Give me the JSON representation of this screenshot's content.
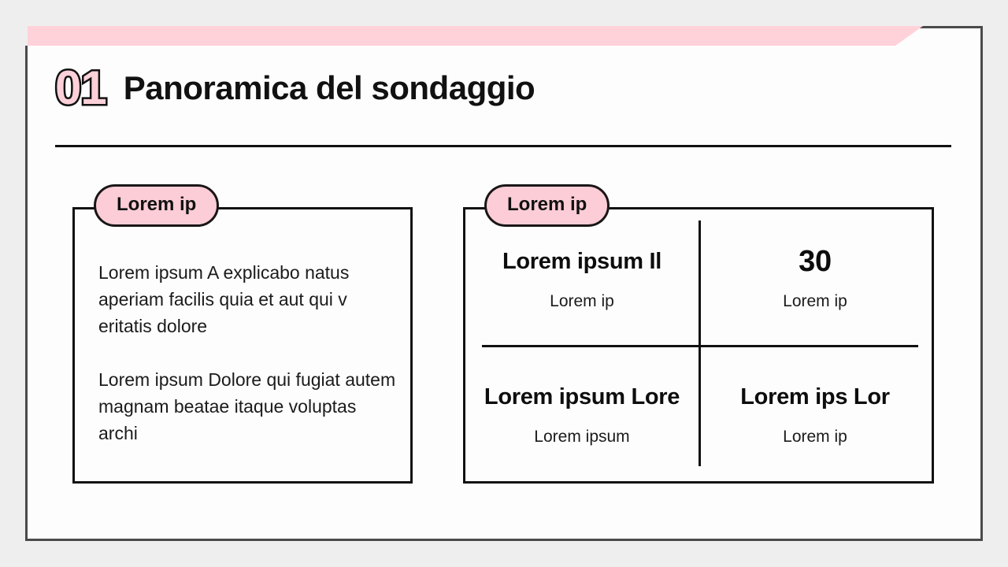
{
  "slide": {
    "background_color": "#efeeef",
    "panel_color": "#fefdfd",
    "accent_pink": "#ffd2da",
    "badge_pink": "#fccdd6",
    "outline_color": "#111111",
    "frame_border_color": "#4a4a4d"
  },
  "header": {
    "number": "01",
    "title": "Panoramica del sondaggio"
  },
  "left_card": {
    "badge": "Lorem ip",
    "paragraphs": [
      "Lorem ipsum A explicabo natus aperiam facilis quia et aut qui v eritatis dolore",
      "Lorem ipsum Dolore qui fugiat autem magnam beatae itaque voluptas archi"
    ]
  },
  "right_card": {
    "badge": "Lorem ip",
    "cells": [
      {
        "value": "Lorem ipsum Il",
        "label": "Lorem ip",
        "numeric": false
      },
      {
        "value": "30",
        "label": "Lorem ip",
        "numeric": true
      },
      {
        "value": "Lorem ipsum Lore",
        "label": "Lorem ipsum",
        "numeric": false
      },
      {
        "value": "Lorem ips Lor",
        "label": "Lorem ip",
        "numeric": false
      }
    ]
  }
}
